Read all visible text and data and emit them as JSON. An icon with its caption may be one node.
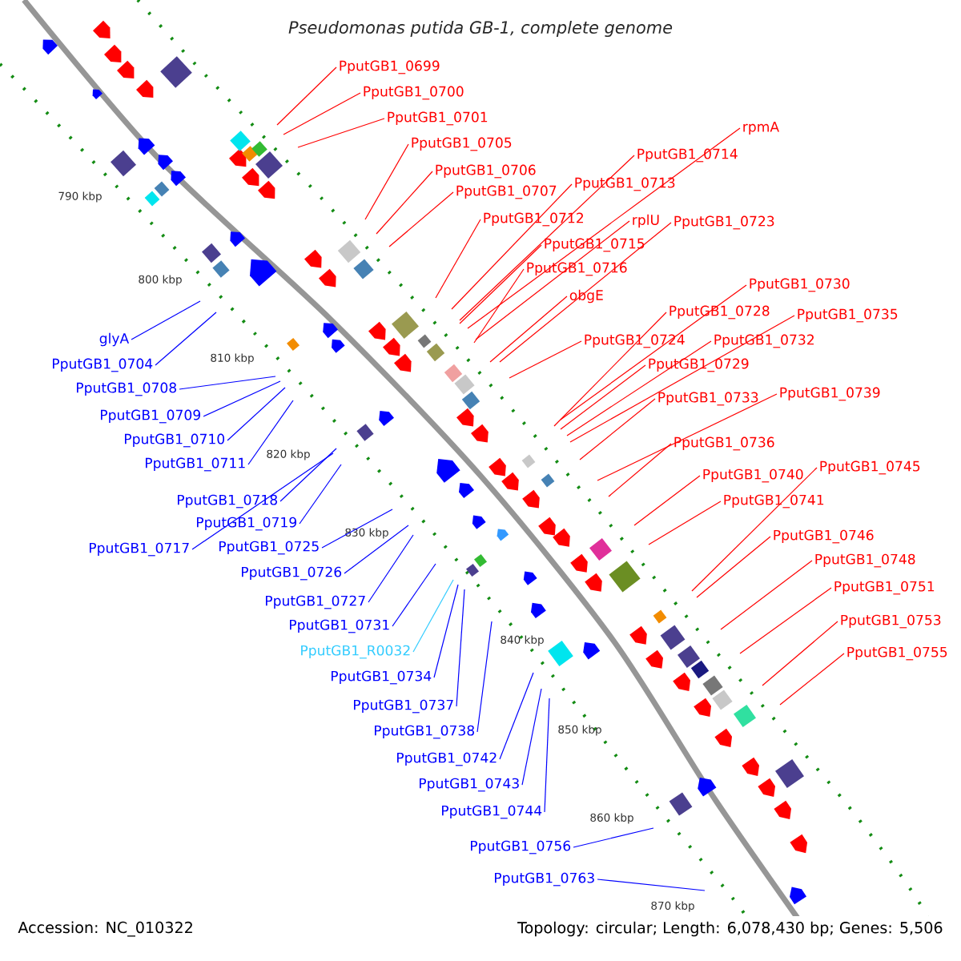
{
  "diagram": {
    "title": "Pseudomonas putida GB-1, complete genome",
    "nodes": [
      {
        "text": [
          "PputGB1_0699"
        ]
      },
      {
        "text": [
          "PputGB1_0700"
        ]
      },
      {
        "text": [
          "PputGB1_0701"
        ]
      },
      {
        "text": [
          "PputGB1_0705"
        ]
      },
      {
        "text": [
          "PputGB1_0706"
        ]
      },
      {
        "text": [
          "PputGB1_0707"
        ]
      },
      {
        "text": [
          "rpmA"
        ]
      },
      {
        "text": [
          "PputGB1_0714"
        ]
      },
      {
        "text": [
          "PputGB1_0713"
        ]
      },
      {
        "text": [
          "PputGB1_0712"
        ]
      },
      {
        "text": [
          "rplU"
        ]
      },
      {
        "text": [
          "PputGB1_0723"
        ]
      },
      {
        "text": [
          "PputGB1_0715"
        ]
      },
      {
        "text": [
          "PputGB1_0716"
        ]
      },
      {
        "text": [
          "obgE"
        ]
      },
      {
        "text": [
          "PputGB1_0730"
        ]
      },
      {
        "text": [
          "PputGB1_0728"
        ]
      },
      {
        "text": [
          "PputGB1_0735"
        ]
      },
      {
        "text": [
          "PputGB1_0724"
        ]
      },
      {
        "text": [
          "PputGB1_0732"
        ]
      },
      {
        "text": [
          "PputGB1_0729"
        ]
      },
      {
        "text": [
          "PputGB1_0733"
        ]
      },
      {
        "text": [
          "PputGB1_0739"
        ]
      },
      {
        "text": [
          "PputGB1_0736"
        ]
      },
      {
        "text": [
          "PputGB1_0745"
        ]
      },
      {
        "text": [
          "PputGB1_0740"
        ]
      },
      {
        "text": [
          "PputGB1_0741"
        ]
      },
      {
        "text": [
          "PputGB1_0746"
        ]
      },
      {
        "text": [
          "PputGB1_0748"
        ]
      },
      {
        "text": [
          "PputGB1_0751"
        ]
      },
      {
        "text": [
          "PputGB1_0753"
        ]
      },
      {
        "text": [
          "PputGB1_0755"
        ]
      },
      {
        "text": [
          "glyA"
        ]
      },
      {
        "text": [
          "PputGB1_0704"
        ]
      },
      {
        "text": [
          "PputGB1_0708"
        ]
      },
      {
        "text": [
          "PputGB1_0709"
        ]
      },
      {
        "text": [
          "PputGB1_0710"
        ]
      },
      {
        "text": [
          "PputGB1_0711"
        ]
      },
      {
        "text": [
          "PputGB1_0718"
        ]
      },
      {
        "text": [
          "PputGB1_0719"
        ]
      },
      {
        "text": [
          "PputGB1_0717"
        ]
      },
      {
        "text": [
          "PputGB1_0725"
        ]
      },
      {
        "text": [
          "PputGB1_0726"
        ]
      },
      {
        "text": [
          "PputGB1_0727"
        ]
      },
      {
        "text": [
          "PputGB1_0731"
        ]
      },
      {
        "text": [
          "PputGB1_R0032"
        ]
      },
      {
        "text": [
          "PputGB1_0734"
        ]
      },
      {
        "text": [
          "PputGB1_0737"
        ]
      },
      {
        "text": [
          "PputGB1_0738"
        ]
      },
      {
        "text": [
          "PputGB1_0742"
        ]
      },
      {
        "text": [
          "PputGB1_0743"
        ]
      },
      {
        "text": [
          "PputGB1_0744"
        ]
      },
      {
        "text": [
          "PputGB1_0756"
        ]
      },
      {
        "text": [
          "PputGB1_0763"
        ]
      }
    ],
    "edges": [
      {
        "from": 0,
        "to": null,
        "arrow": "none"
      },
      {
        "from": 1,
        "to": null,
        "arrow": "none"
      },
      {
        "from": 2,
        "to": null,
        "arrow": "none"
      },
      {
        "from": 3,
        "to": null,
        "arrow": "none"
      },
      {
        "from": 4,
        "to": null,
        "arrow": "none"
      },
      {
        "from": 5,
        "to": null,
        "arrow": "none"
      },
      {
        "from": 6,
        "to": null,
        "arrow": "none"
      },
      {
        "from": 7,
        "to": null,
        "arrow": "none"
      },
      {
        "from": 8,
        "to": null,
        "arrow": "none"
      },
      {
        "from": 9,
        "to": null,
        "arrow": "none"
      },
      {
        "from": 10,
        "to": null,
        "arrow": "none"
      },
      {
        "from": 11,
        "to": null,
        "arrow": "none"
      },
      {
        "from": 12,
        "to": null,
        "arrow": "none"
      },
      {
        "from": 13,
        "to": null,
        "arrow": "none"
      },
      {
        "from": 14,
        "to": null,
        "arrow": "none"
      },
      {
        "from": 15,
        "to": null,
        "arrow": "none"
      },
      {
        "from": 16,
        "to": null,
        "arrow": "none"
      },
      {
        "from": 17,
        "to": null,
        "arrow": "none"
      },
      {
        "from": 18,
        "to": null,
        "arrow": "none"
      },
      {
        "from": 19,
        "to": null,
        "arrow": "none"
      },
      {
        "from": 20,
        "to": null,
        "arrow": "none"
      },
      {
        "from": 21,
        "to": null,
        "arrow": "none"
      },
      {
        "from": 22,
        "to": null,
        "arrow": "none"
      },
      {
        "from": 23,
        "to": null,
        "arrow": "none"
      },
      {
        "from": 24,
        "to": null,
        "arrow": "none"
      },
      {
        "from": 25,
        "to": null,
        "arrow": "none"
      },
      {
        "from": 26,
        "to": null,
        "arrow": "none"
      },
      {
        "from": 27,
        "to": null,
        "arrow": "none"
      },
      {
        "from": 28,
        "to": null,
        "arrow": "none"
      },
      {
        "from": 29,
        "to": null,
        "arrow": "none"
      },
      {
        "from": 30,
        "to": null,
        "arrow": "none"
      },
      {
        "from": 31,
        "to": null,
        "arrow": "none"
      },
      {
        "from": 32,
        "to": null,
        "arrow": "none",
        "color": "#0000ff"
      },
      {
        "from": 33,
        "to": null,
        "arrow": "none",
        "color": "#0000ff"
      },
      {
        "from": 34,
        "to": null,
        "arrow": "none",
        "color": "#0000ff"
      },
      {
        "from": 35,
        "to": null,
        "arrow": "none",
        "color": "#0000ff"
      },
      {
        "from": 36,
        "to": null,
        "arrow": "none",
        "color": "#0000ff"
      },
      {
        "from": 37,
        "to": null,
        "arrow": "none",
        "color": "#0000ff"
      },
      {
        "from": 38,
        "to": null,
        "arrow": "none",
        "color": "#0000ff"
      },
      {
        "from": 39,
        "to": null,
        "arrow": "none",
        "color": "#0000ff"
      },
      {
        "from": 40,
        "to": null,
        "arrow": "none",
        "color": "#0000ff"
      },
      {
        "from": 41,
        "to": null,
        "arrow": "none",
        "color": "#0000ff"
      },
      {
        "from": 42,
        "to": null,
        "arrow": "none",
        "color": "#0000ff"
      },
      {
        "from": 43,
        "to": null,
        "arrow": "none",
        "color": "#0000ff"
      },
      {
        "from": 44,
        "to": null,
        "arrow": "none",
        "color": "#0000ff"
      },
      {
        "from": 45,
        "to": null,
        "arrow": "none",
        "color": "#33ccff"
      },
      {
        "from": 46,
        "to": null,
        "arrow": "none",
        "color": "#0000ff"
      },
      {
        "from": 47,
        "to": null,
        "arrow": "none",
        "color": "#0000ff"
      },
      {
        "from": 48,
        "to": null,
        "arrow": "none",
        "color": "#0000ff"
      },
      {
        "from": 49,
        "to": null,
        "arrow": "none",
        "color": "#0000ff"
      },
      {
        "from": 50,
        "to": null,
        "arrow": "none",
        "color": "#0000ff"
      },
      {
        "from": 51,
        "to": null,
        "arrow": "none",
        "color": "#0000ff"
      },
      {
        "from": 52,
        "to": null,
        "arrow": "none",
        "color": "#0000ff"
      },
      {
        "from": 53,
        "to": null,
        "arrow": "none",
        "color": "#0000ff"
      }
    ],
    "labels": [
      "790 kbp",
      "800 kbp",
      "810 kbp",
      "820 kbp",
      "830 kbp",
      "840 kbp",
      "850 kbp",
      "860 kbp",
      "870 kbp",
      "Accession: NC_010322",
      "Topology: circular; Length: 6,078,430 bp; Genes: 5,506"
    ]
  }
}
